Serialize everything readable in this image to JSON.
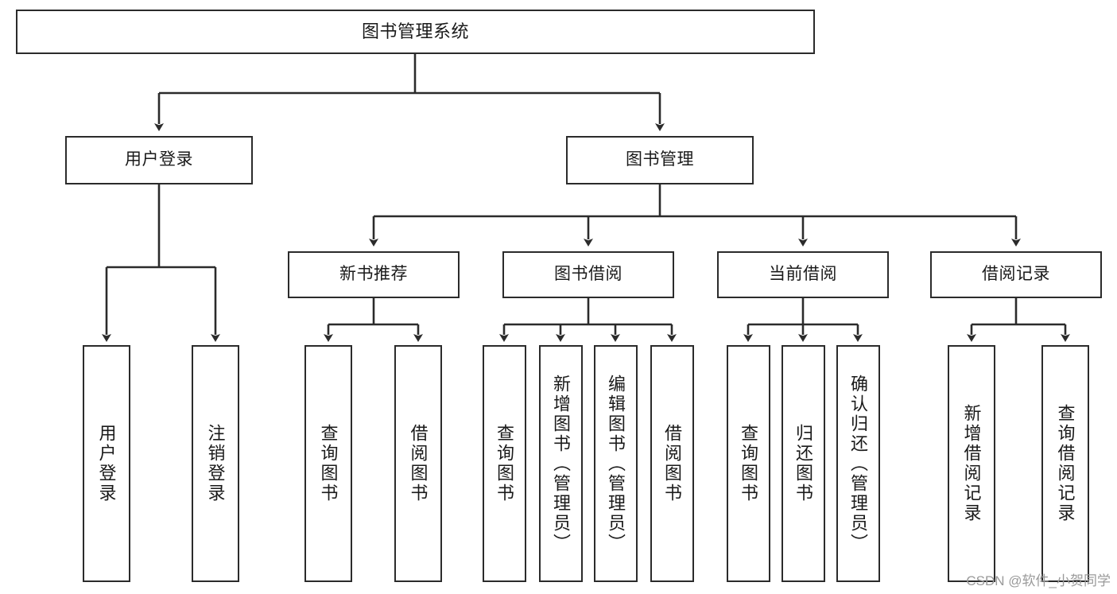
{
  "diagram": {
    "title": "图书管理系统",
    "watermark": "CSDN @软件_小贺同学",
    "colors": {
      "box_border": "#2b2b2b",
      "box_fill": "#ffffff",
      "connector": "#2b2b2b",
      "text": "#1a1a1a",
      "watermark": "#9a9a9a",
      "background": "#ffffff"
    },
    "root": {
      "label": "图书管理系统"
    },
    "branches": [
      {
        "id": "user-login",
        "label": "用户登录"
      },
      {
        "id": "book-manage",
        "label": "图书管理"
      }
    ],
    "groups": [
      {
        "id": "new-book-recommend",
        "label": "新书推荐"
      },
      {
        "id": "book-borrow",
        "label": "图书借阅"
      },
      {
        "id": "current-borrow",
        "label": "当前借阅"
      },
      {
        "id": "borrow-record",
        "label": "借阅记录"
      }
    ],
    "leaves": {
      "user-login": [
        {
          "id": "leaf-user-login",
          "label": "用户登录"
        },
        {
          "id": "leaf-user-logout",
          "label": "注销登录"
        }
      ],
      "new-book-recommend": [
        {
          "id": "leaf-query-book-1",
          "label": "查询图书"
        },
        {
          "id": "leaf-borrow-book-1",
          "label": "借阅图书"
        }
      ],
      "book-borrow": [
        {
          "id": "leaf-query-book-2",
          "label": "查询图书"
        },
        {
          "id": "leaf-add-book",
          "label": "新增图书（管理员）"
        },
        {
          "id": "leaf-edit-book",
          "label": "编辑图书（管理员）"
        },
        {
          "id": "leaf-borrow-book-2",
          "label": "借阅图书"
        }
      ],
      "current-borrow": [
        {
          "id": "leaf-query-book-3",
          "label": "查询图书"
        },
        {
          "id": "leaf-return-book",
          "label": "归还图书"
        },
        {
          "id": "leaf-confirm-return",
          "label": "确认归还（管理员）"
        }
      ],
      "borrow-record": [
        {
          "id": "leaf-add-record",
          "label": "新增借阅记录"
        },
        {
          "id": "leaf-query-record",
          "label": "查询借阅记录"
        }
      ]
    }
  }
}
